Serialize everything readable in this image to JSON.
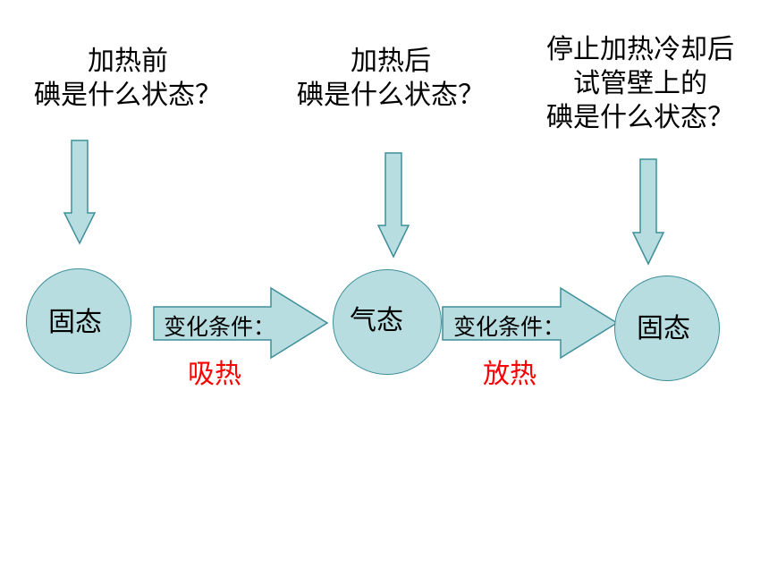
{
  "questions": [
    {
      "lines": [
        "加热前",
        "碘是什么状态？"
      ]
    },
    {
      "lines": [
        "加热后",
        "碘是什么状态？"
      ]
    },
    {
      "lines": [
        "停止加热冷却后",
        "试管壁上的",
        "碘是什么状态？"
      ]
    }
  ],
  "states": [
    {
      "label": "固态"
    },
    {
      "label": "气态"
    },
    {
      "label": "固态"
    }
  ],
  "transitions": [
    {
      "condition": "变化条件：",
      "result": "吸热"
    },
    {
      "condition": "变化条件：",
      "result": "放热"
    }
  ],
  "colors": {
    "fill": "#b7dde0",
    "stroke": "#3f8f9a",
    "result_text": "#ff0000"
  }
}
